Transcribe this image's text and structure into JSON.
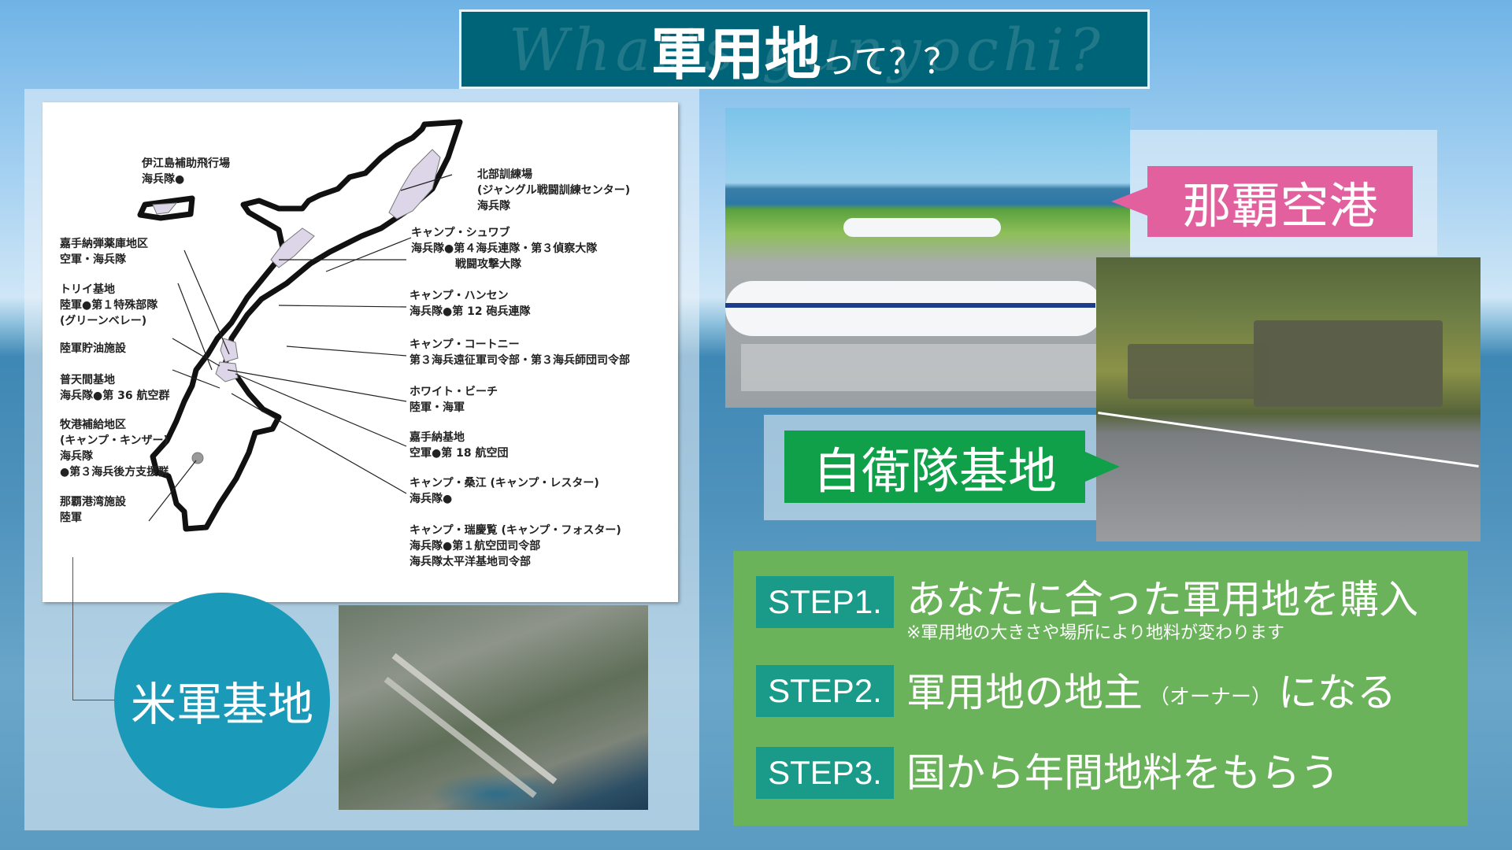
{
  "title": {
    "main": "軍用地",
    "suffix": "って？？",
    "watermark": "What's gunyochi?"
  },
  "map": {
    "labels_left": [
      {
        "name": "伊江島補助飛行場",
        "detail": "海兵隊●"
      },
      {
        "name": "嘉手納弾薬庫地区",
        "detail": "空軍・海兵隊"
      },
      {
        "name": "トリイ基地",
        "detail": "陸軍●第１特殊部隊\n(グリーンベレー)"
      },
      {
        "name": "陸軍貯油施設",
        "detail": ""
      },
      {
        "name": "普天間基地",
        "detail": "海兵隊●第 36 航空群"
      },
      {
        "name": "牧港補給地区",
        "detail": "(キャンプ・キンザー)\n海兵隊\n●第３海兵後方支援群"
      },
      {
        "name": "那覇港湾施設",
        "detail": "陸軍"
      }
    ],
    "labels_right": [
      {
        "name": "北部訓練場",
        "detail": "(ジャングル戦闘訓練センター)\n海兵隊"
      },
      {
        "name": "キャンプ・シュワブ",
        "detail": "海兵隊●第４海兵連隊・第３偵察大隊\n　　　　戦闘攻撃大隊"
      },
      {
        "name": "キャンプ・ハンセン",
        "detail": "海兵隊●第 12 砲兵連隊"
      },
      {
        "name": "キャンプ・コートニー",
        "detail": "第３海兵遠征軍司令部・第３海兵師団司令部"
      },
      {
        "name": "ホワイト・ビーチ",
        "detail": "陸軍・海軍"
      },
      {
        "name": "嘉手納基地",
        "detail": "空軍●第 18 航空団"
      },
      {
        "name": "キャンプ・桑江 (キャンプ・レスター)",
        "detail": "海兵隊●"
      },
      {
        "name": "キャンプ・瑞慶覧 (キャンプ・フォスター)",
        "detail": "海兵隊●第１航空団司令部\n海兵隊太平洋基地司令部"
      }
    ]
  },
  "us_base_label": "米軍基地",
  "naha_airport_label": "那覇空港",
  "sdf_base_label": "自衛隊基地",
  "steps": [
    {
      "badge": "STEP1.",
      "text": "あなたに合った軍用地を購入",
      "note": "※軍用地の大きさや場所により地料が変わります"
    },
    {
      "badge": "STEP2.",
      "text_a": "軍用地の地主",
      "text_owner": "（オーナー）",
      "text_b": "になる"
    },
    {
      "badge": "STEP3.",
      "text": "国から年間地料をもらう"
    }
  ],
  "colors": {
    "title_bg": "#006478",
    "pink": "#e3609e",
    "green_tag": "#10a04a",
    "steps_bg": "#6bb35a",
    "step_badge": "#1a9b8a",
    "circle": "#1a9ab8"
  }
}
